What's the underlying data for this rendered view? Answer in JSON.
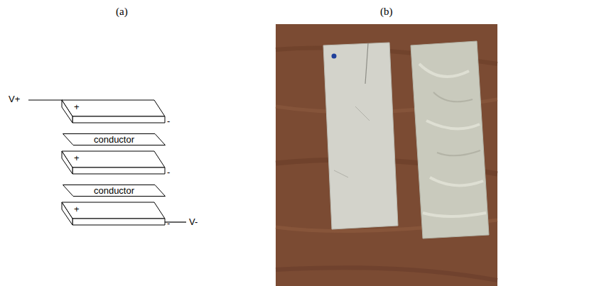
{
  "diagram": {
    "nodes": [
      {
        "text": [
          "+",
          "-"
        ]
      },
      {
        "text": [
          "conductor"
        ]
      },
      {
        "text": [
          "+",
          "-"
        ]
      },
      {
        "text": [
          "conductor"
        ]
      },
      {
        "text": [
          "+",
          "-"
        ]
      }
    ],
    "labels": [
      "(a)",
      "(b)",
      "V+",
      "V-"
    ]
  }
}
